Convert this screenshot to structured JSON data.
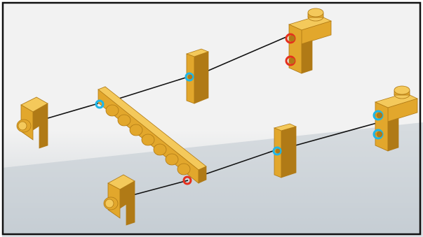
{
  "diagram": {
    "kind": "lego-assembly-instruction",
    "colors": {
      "frame": "#111111",
      "background_top": "#f2f2f2",
      "background_bottom": "#c9d0d6",
      "brick": "#e2a72c",
      "brick_dark": "#b07a16",
      "brick_light": "#f4c95b",
      "connect_blue": "#1eb6e8",
      "connect_red": "#e5301e",
      "guide_line": "#111111"
    },
    "parts": [
      {
        "id": "plate-1x8",
        "type": "plate",
        "studs": 8
      },
      {
        "id": "tile-top",
        "type": "tile-1x2-vertical"
      },
      {
        "id": "tile-bottom",
        "type": "tile-1x2-vertical"
      },
      {
        "id": "bracket-top-right",
        "type": "bracket-1x2-2x2"
      },
      {
        "id": "bracket-bottom-right",
        "type": "bracket-1x2-2x2"
      },
      {
        "id": "clip-left-top",
        "type": "clip-1x1"
      },
      {
        "id": "clip-left-bottom",
        "type": "clip-1x1"
      }
    ],
    "connection_colors": [
      "blue",
      "red"
    ]
  }
}
